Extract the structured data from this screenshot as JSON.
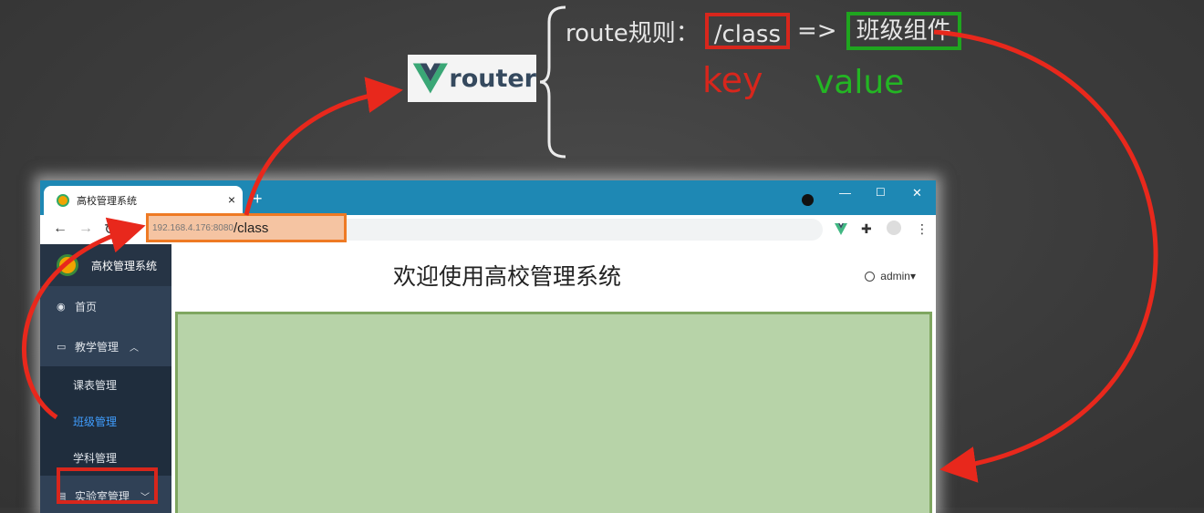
{
  "diagram": {
    "logo_text": "router",
    "rule_label": "route规则：",
    "key_value": "/class",
    "arrow": "=>",
    "value_value": "班级组件",
    "key_caption": "key",
    "value_caption": "value"
  },
  "browser": {
    "tab_title": "高校管理系统",
    "tab_close": "×",
    "new_tab": "+",
    "url_host": "192.168.4.176:8080",
    "url_path": "/class",
    "minimize": "—",
    "maximize": "☐",
    "close": "✕"
  },
  "app": {
    "system_name": "高校管理系统",
    "page_title": "欢迎使用高校管理系统",
    "user": "admin▾",
    "menu": {
      "home": "首页",
      "teaching": "教学管理",
      "schedule": "课表管理",
      "class_mgmt": "班级管理",
      "subject": "学科管理",
      "lab": "实验室管理"
    }
  },
  "colors": {
    "key_red": "#d8261c",
    "value_green": "#23b623",
    "url_highlight": "#f5c4a2",
    "router_view": "#b7d3a8"
  }
}
